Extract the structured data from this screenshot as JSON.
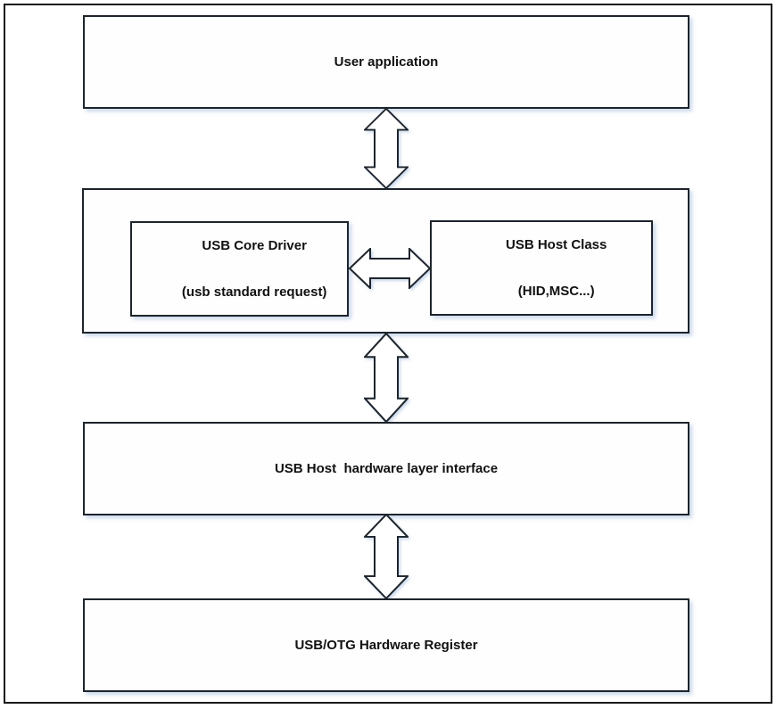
{
  "diagram": {
    "layers": {
      "user_app": {
        "label": "User application"
      },
      "middleware": {
        "core_driver": {
          "line1": "USB Core Driver",
          "line2": "(usb standard request)"
        },
        "host_class": {
          "line1": "USB Host Class",
          "line2": "(HID,MSC...)"
        }
      },
      "hw_layer": {
        "label": "USB Host  hardware layer interface"
      },
      "hw_register": {
        "label": "USB/OTG Hardware Register"
      }
    },
    "connectors": {
      "user_app_to_middleware": "double-arrow-vertical",
      "core_driver_to_host_class": "double-arrow-horizontal",
      "middleware_to_hw_layer": "double-arrow-vertical",
      "hw_layer_to_hw_register": "double-arrow-vertical"
    },
    "colors": {
      "box_fill": "#fefefe",
      "box_border": "#1e242b",
      "text": "#111111",
      "shadow": "#a0b9dc",
      "background": "#ffffff"
    }
  }
}
